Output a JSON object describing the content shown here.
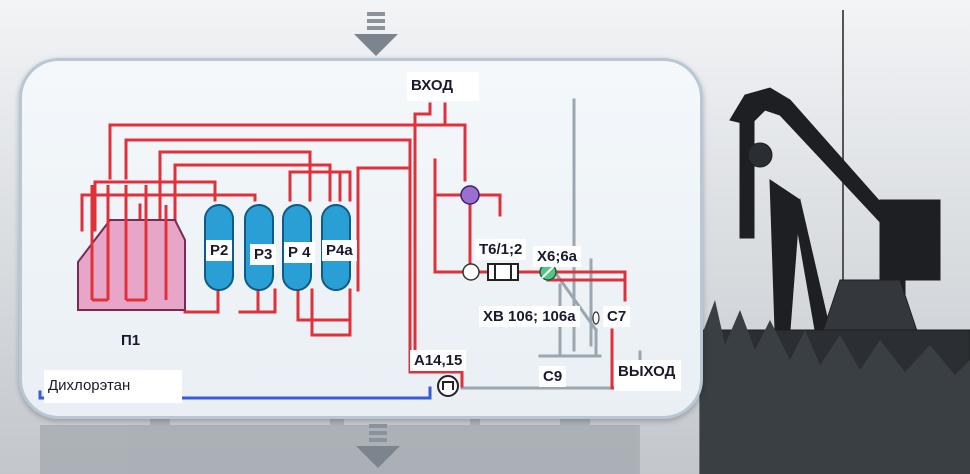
{
  "labels": {
    "input": "ВХОД",
    "output": "ВЫХОД",
    "p1": "П1",
    "r2": "Р2",
    "r3": "Р3",
    "r4": "Р 4",
    "r4a": "Р4а",
    "t6": "Т6/1;2",
    "x6": "Х6;6а",
    "xv": "ХВ 106; 106а",
    "c7": "С7",
    "c9": "С9",
    "a14": "А14,15",
    "dichloroethane": "Дихлорэтан"
  },
  "colors": {
    "pipe_red": "#e0303a",
    "pipe_blue": "#3a5bd9",
    "pipe_grey": "#9aa6b0",
    "vessel_blue": "#2a9fd6",
    "tank_pink": "#e7a6c8",
    "valve_purple": "#9a6fd0",
    "cooler_green": "#57c28a"
  },
  "icons": [
    "chevron-down-icon",
    "chevron-down-icon"
  ]
}
